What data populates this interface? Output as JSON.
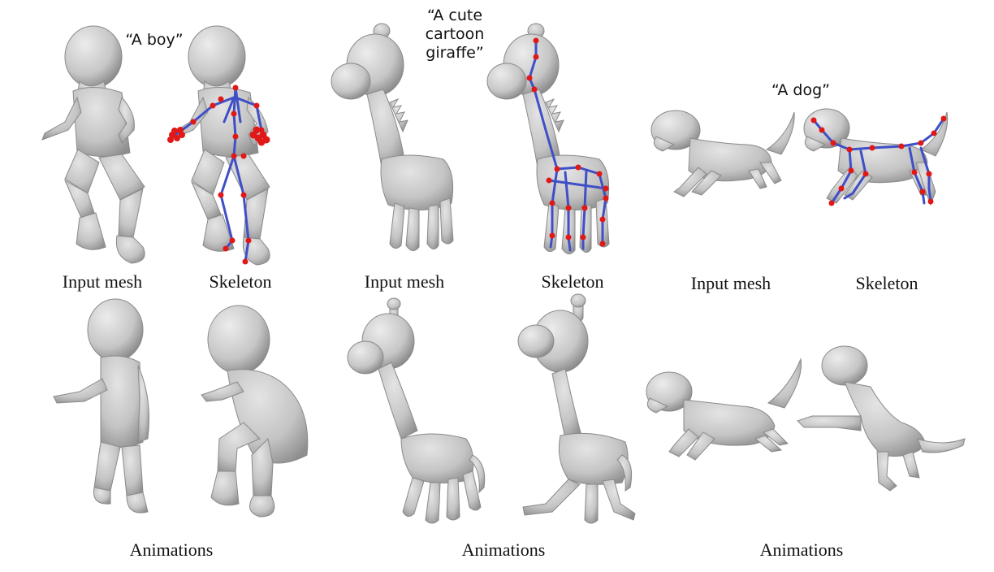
{
  "figure": {
    "prompts": {
      "boy": "“A boy”",
      "giraffe": "“A cute\ncartoon\ngiraffe”",
      "dog": "“A dog”"
    },
    "captions": {
      "input_mesh": "Input mesh",
      "skeleton": "Skeleton",
      "animations": "Animations"
    },
    "colors": {
      "mesh": "#c9c9c9",
      "mesh_shadow": "#8f8f8f",
      "bone": "#3f4fc6",
      "joint": "#e01818"
    }
  }
}
